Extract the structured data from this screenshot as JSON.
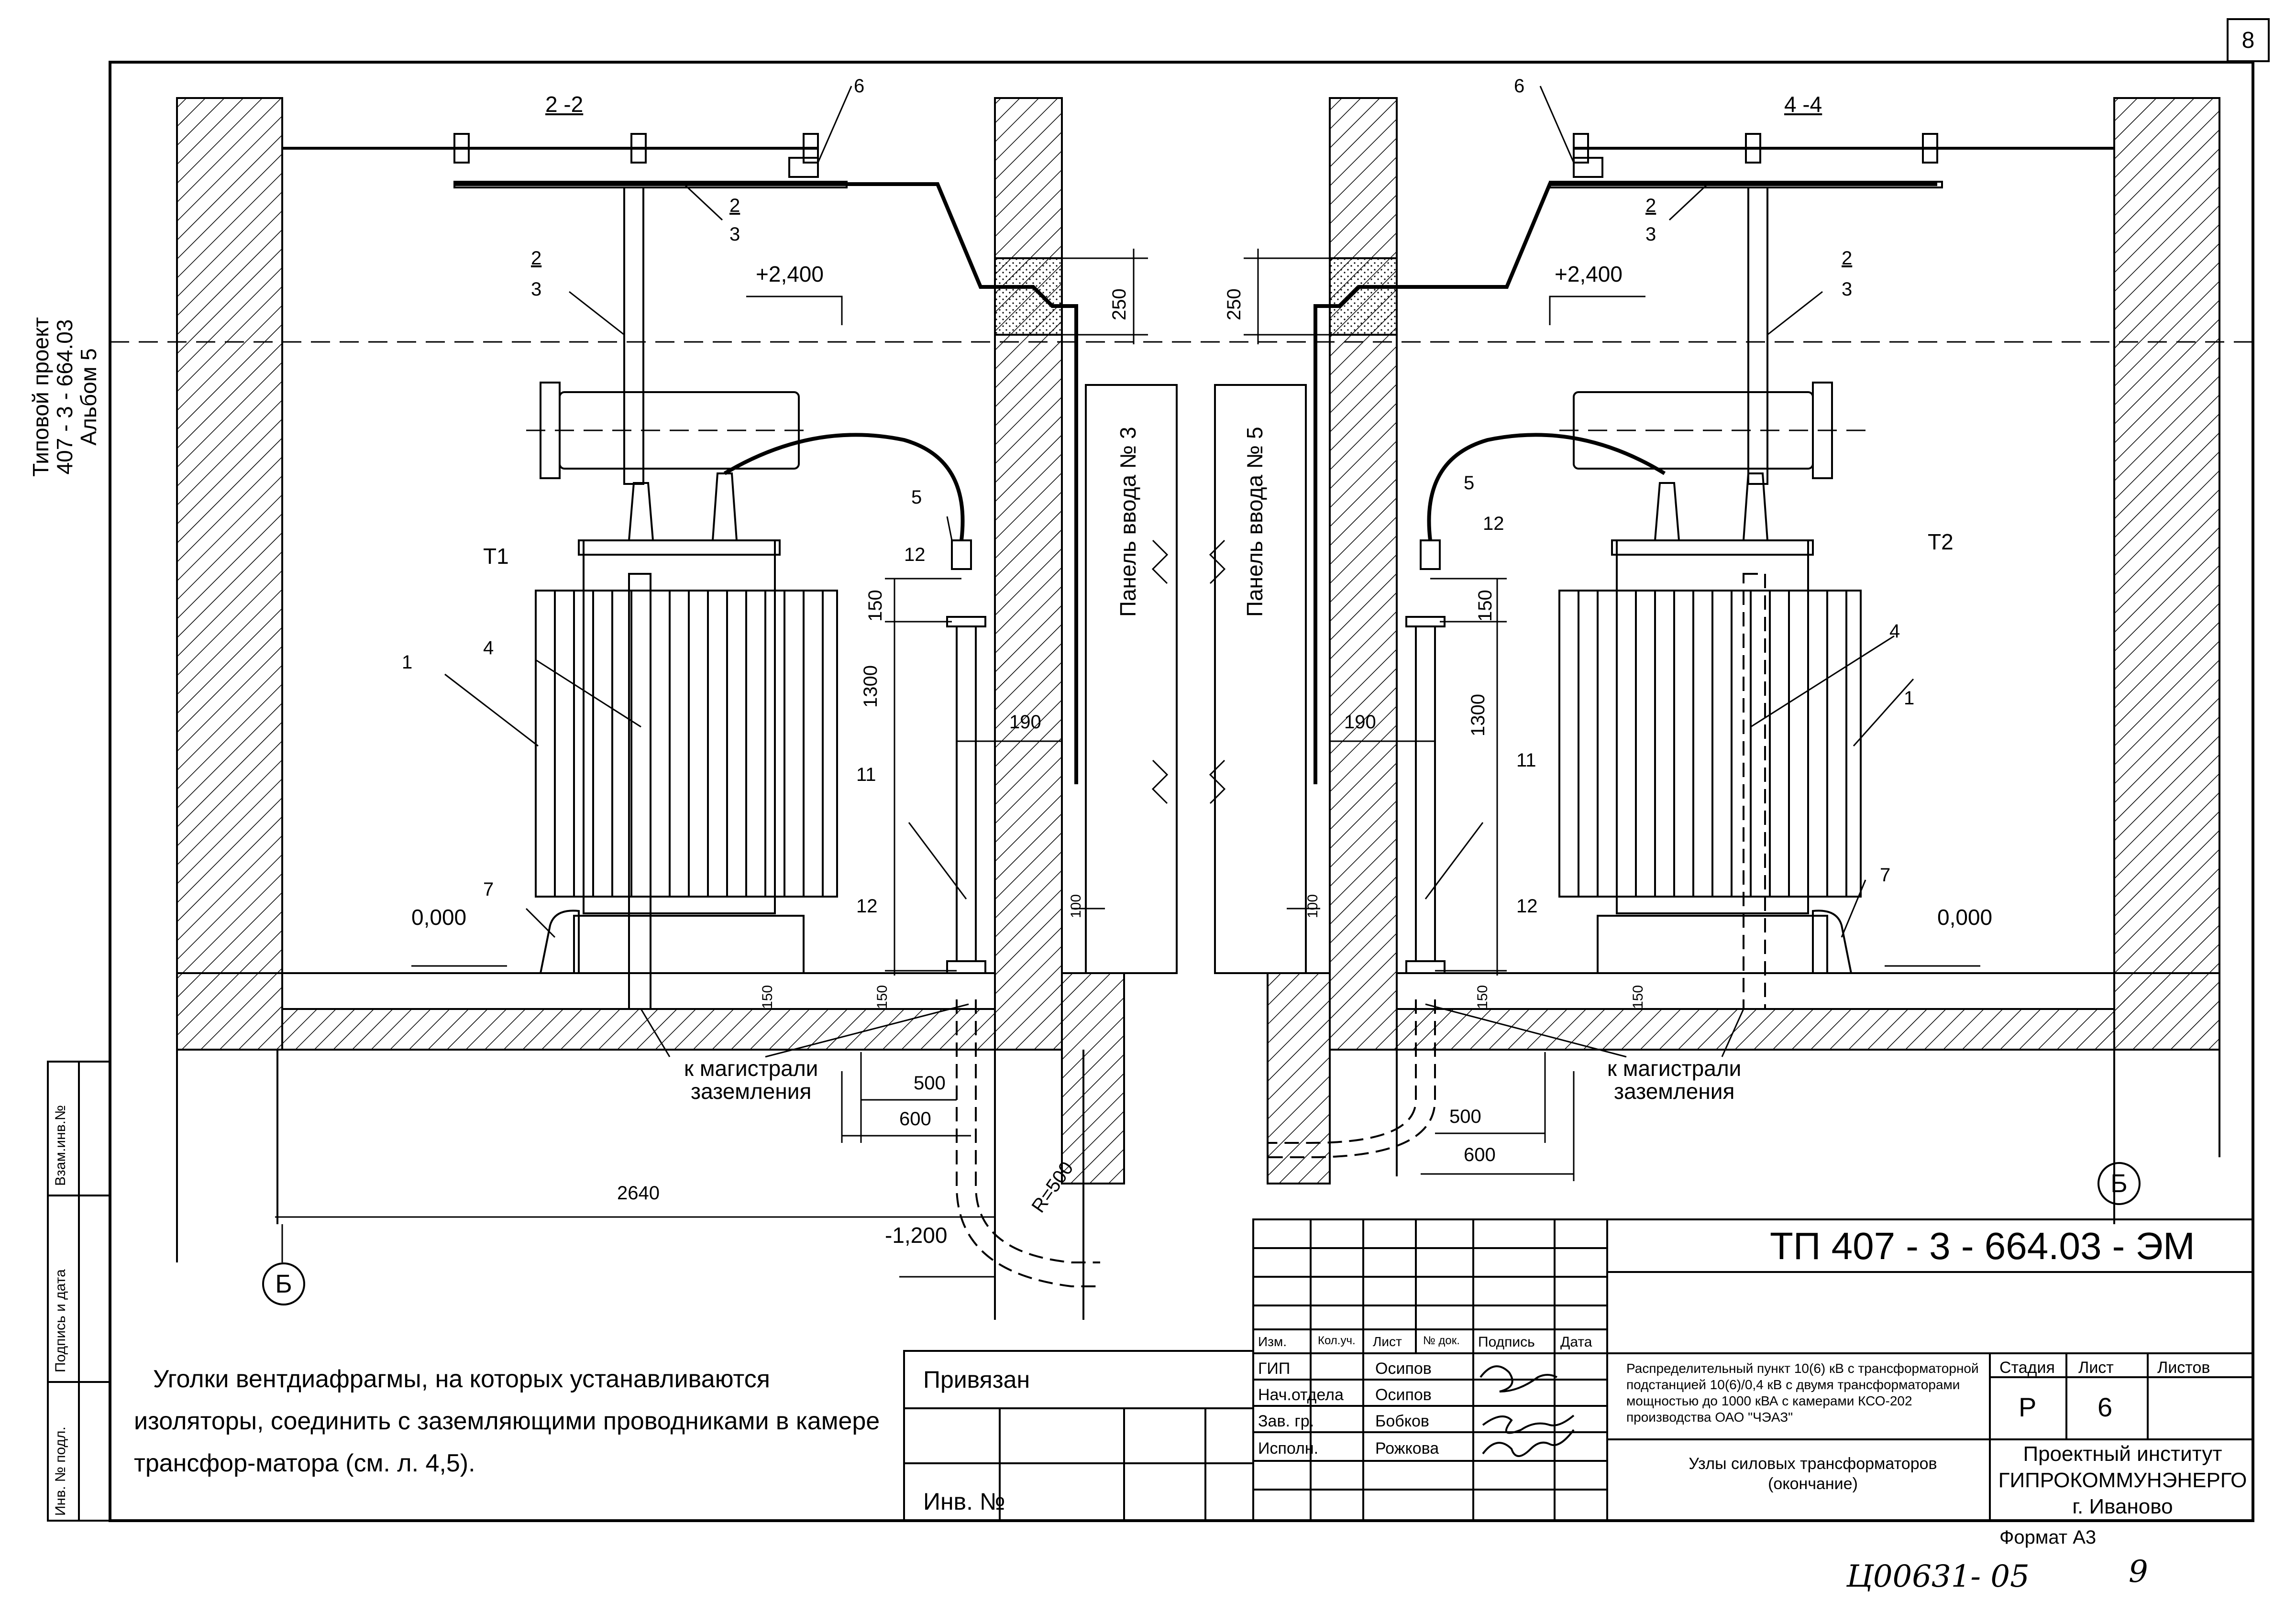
{
  "sheet_number": "8",
  "side_title": {
    "line1": "Типовой проект",
    "line2": "407 - 3 - 664.03",
    "line3": "Альбом 5"
  },
  "side_stamp": {
    "inv": "Инв. № подл.",
    "sig": "Подпись и дата",
    "vzam": "Взам.инв.№"
  },
  "left_view": {
    "section": "2 -2",
    "transformer": "T1",
    "elev_top": "+2,400",
    "elev_zero": "0,000",
    "elev_bottom": "-1,200",
    "panel": "Панель ввода № 3",
    "dims": {
      "d250": "250",
      "d150a": "150",
      "d1300": "1300",
      "d190": "190",
      "d100": "100",
      "d150b": "150",
      "d150c": "150",
      "d500": "500",
      "d600": "600",
      "d2640": "2640",
      "r500": "R=500"
    },
    "callouts": {
      "c6": "6",
      "c2a_num": "2",
      "c2a_den": "3",
      "c2b_num": "2",
      "c2b_den": "3",
      "c1": "1",
      "c4": "4",
      "c5": "5",
      "c12a": "12",
      "c11": "11",
      "c12b": "12",
      "c7": "7"
    },
    "ground": "к магистрали\nзаземления",
    "axis": "Б"
  },
  "right_view": {
    "section": "4 -4",
    "transformer": "T2",
    "elev_top": "+2,400",
    "elev_zero": "0,000",
    "panel": "Панель ввода № 5",
    "dims": {
      "d250": "250",
      "d150a": "150",
      "d1300": "1300",
      "d190": "190",
      "d100": "100",
      "d150b": "150",
      "d150c": "150",
      "d500": "500",
      "d600": "600"
    },
    "callouts": {
      "c6": "6",
      "c2a_num": "2",
      "c2a_den": "3",
      "c2b_num": "2",
      "c2b_den": "3",
      "c1": "1",
      "c4": "4",
      "c5": "5",
      "c12a": "12",
      "c11": "11",
      "c12b": "12",
      "c7": "7"
    },
    "ground": "к магистрали\nзаземления",
    "axis": "Б"
  },
  "note": "Уголки вентдиафрагмы, на которых устанавливаются изоляторы, соединить с заземляющими проводниками в камере трансфор-матора (см. л. 4,5).",
  "binding": {
    "privyazan": "Привязан",
    "inv": "Инв. №"
  },
  "title_block": {
    "code": "ТП  407 - 3 - 664.03 - ЭМ",
    "headers": {
      "izm": "Изм.",
      "kol": "Кол.уч.",
      "list": "Лист",
      "ndok": "№ док.",
      "podpis": "Подпись",
      "data": "Дата"
    },
    "roles": [
      {
        "role": "ГИП",
        "name": "Осипов"
      },
      {
        "role": "Нач.отдела",
        "name": "Осипов"
      },
      {
        "role": "Зав. гр.",
        "name": "Бобков"
      },
      {
        "role": "Исполн.",
        "name": "Рожкова"
      }
    ],
    "description": "Распределительный пункт 10(6) кВ с трансформаторной подстанцией 10(6)/0,4 кВ с двумя трансформаторами мощностью до 1000 кВА с камерами КСО-202 производства ОАО \"ЧЭАЗ\"",
    "stage_hdr": "Стадия",
    "sheet_hdr": "Лист",
    "sheets_hdr": "Листов",
    "stage": "Р",
    "sheet": "6",
    "subtitle": "Узлы силовых трансформаторов\n(окончание)",
    "org": "Проектный институт\nГИПРОКОММУНЭНЕРГО\nг. Иваново",
    "format": "Формат А3"
  },
  "handwritten": {
    "code": "Ц00631- 05",
    "page": "9"
  }
}
